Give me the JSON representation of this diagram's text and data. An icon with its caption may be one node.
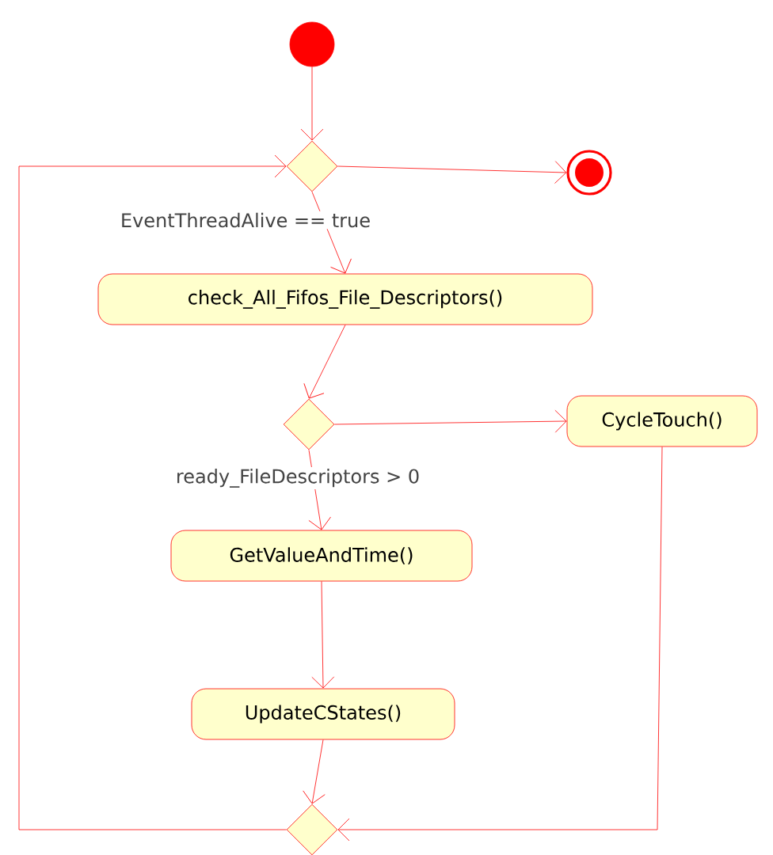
{
  "diagram": {
    "nodes": [
      {
        "text": [],
        "shape": "circle"
      },
      {
        "text": [],
        "shape": "diamond"
      },
      {
        "text": [],
        "shape": "bullseye"
      },
      {
        "text": [
          "check_All_Fifos_File_Descriptors()"
        ]
      },
      {
        "text": [],
        "shape": "diamond"
      },
      {
        "text": [
          "CycleTouch()"
        ]
      },
      {
        "text": [
          "GetValueAndTime()"
        ]
      },
      {
        "text": [
          "UpdateCStates()"
        ]
      },
      {
        "text": [],
        "shape": "diamond"
      }
    ],
    "edges": [
      {
        "from": 0,
        "to": 1,
        "arrow": "to"
      },
      {
        "from": 1,
        "to": 2,
        "arrow": "to"
      },
      {
        "from": 1,
        "to": 3,
        "arrow": "to",
        "label": "EventThreadAlive == true"
      },
      {
        "from": 3,
        "to": 4,
        "arrow": "to"
      },
      {
        "from": 4,
        "to": 5,
        "arrow": "to"
      },
      {
        "from": 4,
        "to": 6,
        "arrow": "to",
        "label": "ready_FileDescriptors > 0"
      },
      {
        "from": 6,
        "to": 7,
        "arrow": "to"
      },
      {
        "from": 7,
        "to": 8,
        "arrow": "to"
      },
      {
        "from": 5,
        "to": 8,
        "arrow": "to"
      },
      {
        "from": 8,
        "to": 1,
        "arrow": "to"
      }
    ]
  }
}
